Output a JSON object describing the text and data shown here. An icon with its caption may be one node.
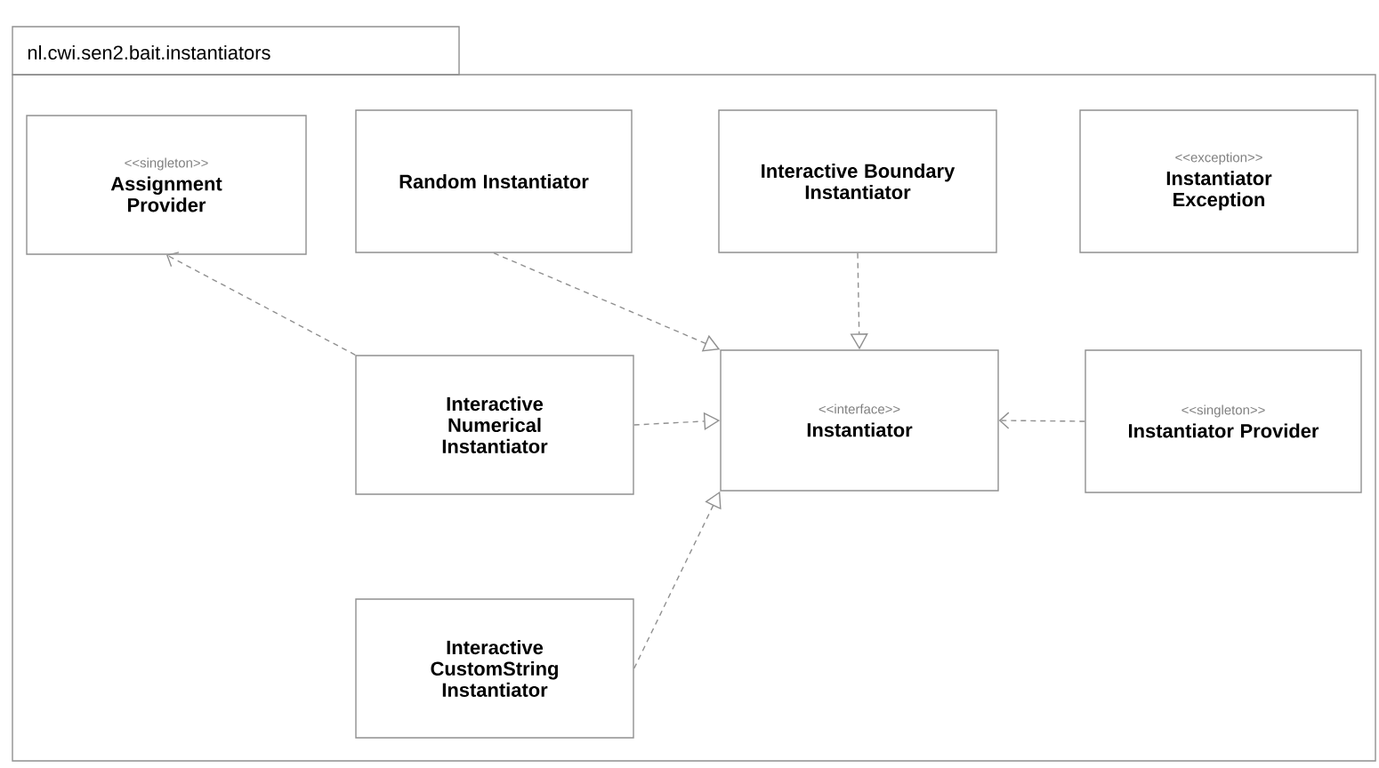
{
  "diagram": {
    "nodes": [
      {
        "text": [
          "nl.cwi.sen2.bait.instantiators"
        ]
      },
      {
        "text": [
          "<<singleton>>",
          "Assignment Provider"
        ],
        "in": 0
      },
      {
        "text": [
          "Random Instantiator"
        ],
        "in": 0
      },
      {
        "text": [
          "Interactive Boundary Instantiator"
        ],
        "in": 0
      },
      {
        "text": [
          "<<exception>>",
          "Instantiator Exception"
        ],
        "in": 0
      },
      {
        "text": [
          "Interactive Numerical Instantiator"
        ],
        "in": 0
      },
      {
        "text": [
          "<<interface>>",
          "Instantiator"
        ],
        "in": 0
      },
      {
        "text": [
          "<<singleton>>",
          "Instantiator Provider"
        ],
        "in": 0
      },
      {
        "text": [
          "Interactive CustomString Instantiator"
        ],
        "in": 0
      }
    ],
    "edges": [
      {
        "from": 5,
        "to": 1,
        "arrow": "to",
        "style": "dashed"
      },
      {
        "from": 2,
        "to": 6,
        "arrow": "to",
        "style": "dashed"
      },
      {
        "from": 3,
        "to": 6,
        "arrow": "to",
        "style": "dashed"
      },
      {
        "from": 5,
        "to": 6,
        "arrow": "to",
        "style": "dashed"
      },
      {
        "from": 8,
        "to": 6,
        "arrow": "to",
        "style": "dashed"
      },
      {
        "from": 7,
        "to": 6,
        "arrow": "to",
        "style": "dashed"
      }
    ]
  }
}
